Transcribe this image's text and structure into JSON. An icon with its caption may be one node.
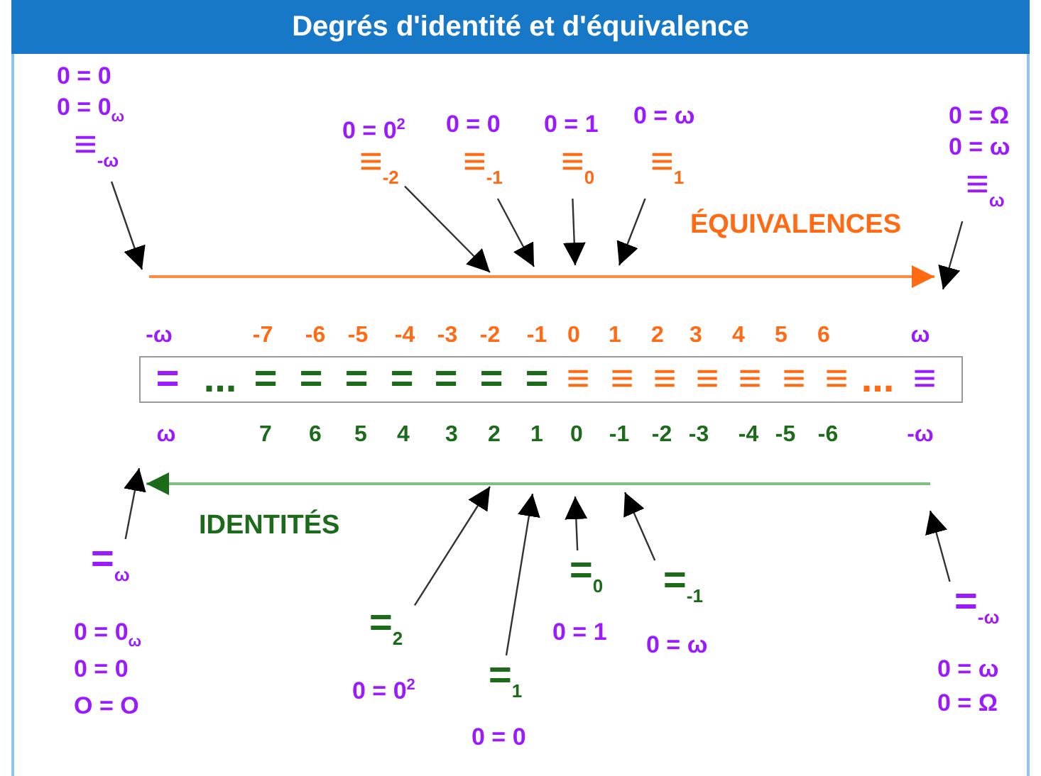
{
  "diagram": {
    "title": "Degrés d'identité et d'équivalence",
    "nodes": [
      {
        "text": [
          "0 = 0",
          "0 = 0$_{ω}$",
          "≡$_{-ω}$"
        ]
      },
      {
        "text": [
          "0 = 0$^{2}$",
          "≡$_{-2}$"
        ]
      },
      {
        "text": [
          "0 = 0",
          "≡$_{-1}$"
        ]
      },
      {
        "text": [
          "0 = 1",
          "≡$_{0}$"
        ]
      },
      {
        "text": [
          "0 = ω",
          "≡$_{1}$"
        ]
      },
      {
        "text": [
          "0 = Ω",
          "0 = ω",
          "≡$_{ω}$"
        ]
      },
      {
        "text": [
          "=",
          "...",
          "=",
          "=",
          "=",
          "=",
          "=",
          "=",
          "=",
          "≡",
          "≡",
          "≡",
          "≡",
          "≡",
          "≡",
          "≡",
          "...",
          "≡"
        ]
      },
      {
        "text": [
          "=$_{ω}$",
          "0 = 0$_{ω}$",
          "0 = 0",
          "O = O"
        ]
      },
      {
        "text": [
          "=$_{2}$",
          "0 = 0$^{2}$"
        ]
      },
      {
        "text": [
          "=$_{1}$",
          "0 = 0"
        ]
      },
      {
        "text": [
          "=$_{0}$",
          "0 = 1"
        ]
      },
      {
        "text": [
          "=$_{-1}$",
          "0 = ω"
        ]
      },
      {
        "text": [
          "=$_{-ω}$",
          "0 = ω",
          "0 = Ω"
        ]
      }
    ],
    "edges": [
      {
        "from": 0,
        "to": null,
        "arrow": "to"
      },
      {
        "from": 1,
        "to": null,
        "arrow": "to"
      },
      {
        "from": 2,
        "to": null,
        "arrow": "to"
      },
      {
        "from": 3,
        "to": null,
        "arrow": "to"
      },
      {
        "from": 4,
        "to": null,
        "arrow": "to"
      },
      {
        "from": 5,
        "to": null,
        "arrow": "to"
      },
      {
        "from": 7,
        "to": null,
        "arrow": "to"
      },
      {
        "from": 8,
        "to": null,
        "arrow": "to"
      },
      {
        "from": 9,
        "to": null,
        "arrow": "to"
      },
      {
        "from": 10,
        "to": null,
        "arrow": "to"
      },
      {
        "from": 11,
        "to": null,
        "arrow": "to"
      },
      {
        "from": 12,
        "to": null,
        "arrow": "to"
      }
    ],
    "labels": [
      "ÉQUIVALENCES",
      "-ω",
      "-7",
      "-6",
      "-5",
      "-4",
      "-3",
      "-2",
      "-1",
      "0",
      "1",
      "2",
      "3",
      "4",
      "5",
      "6",
      "ω",
      "ω",
      "7",
      "6",
      "5",
      "4",
      "3",
      "2",
      "1",
      "0",
      "-1",
      "-2",
      "-3",
      "-4",
      "-5",
      "-6",
      "-ω",
      "IDENTITÉS"
    ]
  }
}
